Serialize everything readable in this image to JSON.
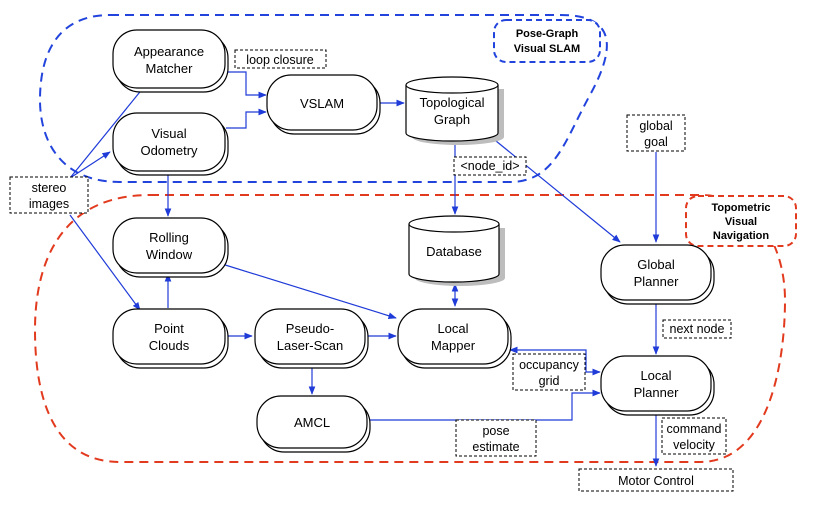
{
  "clusters": {
    "pose_graph": {
      "title_line1": "Pose-Graph",
      "title_line2": "Visual SLAM",
      "color": "#2244dd"
    },
    "topometric": {
      "title_line1": "Topometric",
      "title_line2": "Visual",
      "title_line3": "Navigation",
      "color": "#e23a1e"
    }
  },
  "nodes": {
    "appearance_matcher": {
      "line1": "Appearance",
      "line2": "Matcher"
    },
    "visual_odometry": {
      "line1": "Visual",
      "line2": "Odometry"
    },
    "vslam": {
      "line1": "VSLAM"
    },
    "topological_graph": {
      "line1": "Topological",
      "line2": "Graph"
    },
    "rolling_window": {
      "line1": "Rolling",
      "line2": "Window"
    },
    "database": {
      "line1": "Database"
    },
    "global_planner": {
      "line1": "Global",
      "line2": "Planner"
    },
    "point_clouds": {
      "line1": "Point",
      "line2": "Clouds"
    },
    "pseudo_laser_scan": {
      "line1": "Pseudo-",
      "line2": "Laser-Scan"
    },
    "local_mapper": {
      "line1": "Local",
      "line2": "Mapper"
    },
    "local_planner": {
      "line1": "Local",
      "line2": "Planner"
    },
    "amcl": {
      "line1": "AMCL"
    }
  },
  "notes": {
    "loop_closure": {
      "line1": "loop closure"
    },
    "stereo_images": {
      "line1": "stereo",
      "line2": "images"
    },
    "node_id": {
      "line1": "<node_id>"
    },
    "global_goal": {
      "line1": "global",
      "line2": "goal"
    },
    "next_node": {
      "line1": "next node"
    },
    "occupancy_grid": {
      "line1": "occupancy",
      "line2": "grid"
    },
    "pose_estimate": {
      "line1": "pose",
      "line2": "estimate"
    },
    "command_velocity": {
      "line1": "command",
      "line2": "velocity"
    },
    "motor_control": {
      "line1": "Motor Control"
    }
  },
  "colors": {
    "edge": "#1f3bd8",
    "node_border": "#000000"
  }
}
